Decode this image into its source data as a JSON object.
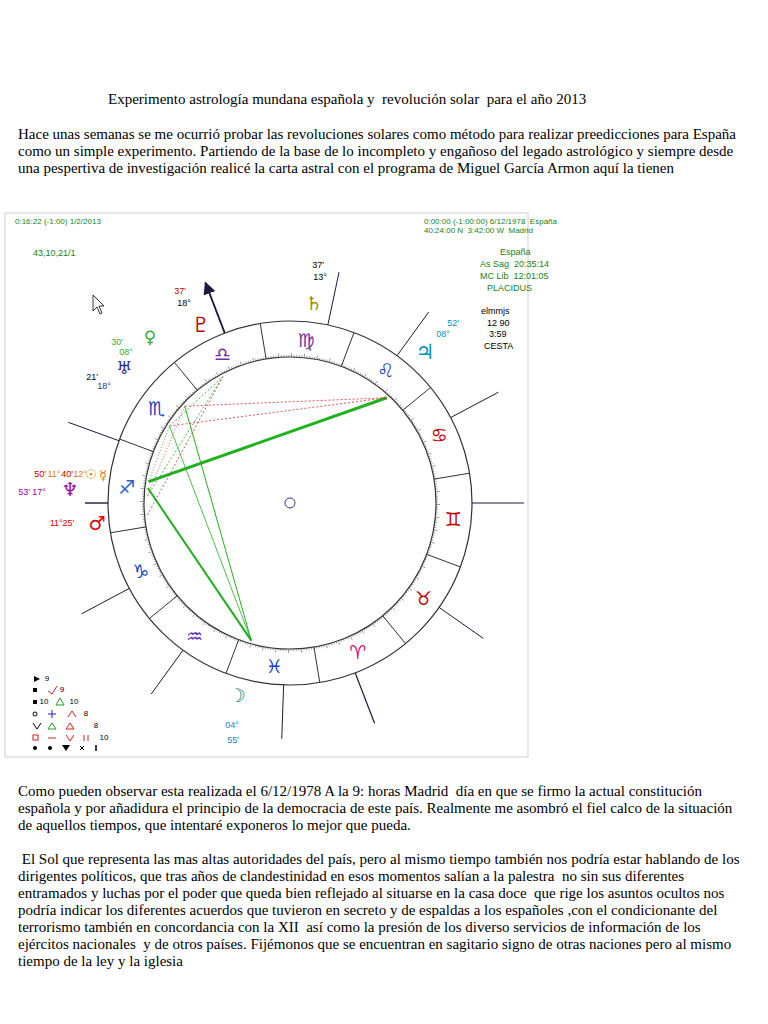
{
  "diagram": {
    "title": "Experimento astrología mundana española y  revolución solar  para el año 2013",
    "labels": [
      "Hace unas semanas se me ocurrió probar las revoluciones solares como método para realizar preedicciones para España como un simple experimento. Partiendo de la base de lo incompleto y engañoso del legado astrológico y siempre desde una pespertiva de investigación realicé la carta astral con el programa de Miguel García Armon aquí la tienen",
      "Como pueden observar esta realizada el 6/12/1978 A la 9: horas Madrid  día en que se firmo la actual constitución española y por añadidura el principio de la democracia de este país. Realmente me asombró el fiel calco de la situación de aquellos tiempos, que intentaré exponeros lo mejor que pueda.",
      " El Sol que representa las mas altas autoridades del país, pero al mismo tiempo también nos podría estar hablando de los dirigentes políticos, que tras años de clandestinidad en esos momentos salían a la palestra  no sin sus diferentes entramados y luchas por el poder que queda bien reflejado al situarse en la casa doce  que rige los asuntos ocultos nos podría indicar los diferentes acuerdos que tuvieron en secreto y de espaldas a los españoles ,con el condicionante del terrorismo también en concordancia con la XII  así como la presión de los diverso servicios de información de los ejércitos nacionales  y de otros países. Fijémonos que se encuentran en sagitario signo de otras naciones pero al mismo tiempo de la ley y la iglesia",
      "0:16:22 (-1:00) 1/2/2013",
      "0:00:00 (-1:00:00) 6/12/1978  España",
      "40:24:00 N  3:42:00 W  Madrid",
      "43,10,21/1",
      "España",
      "As Sag  20:35:14",
      "MC Lib  12:01:05",
      "PLACIDUS",
      "elmmjs",
      "12 90",
      "3:59",
      "CESTA",
      "♄",
      "37'",
      "13°",
      "♇",
      "37'",
      "18°",
      "♃",
      "52'",
      "08°",
      "♀",
      "30'",
      "08°",
      "♅",
      "21'",
      "18°",
      "50'",
      "11°",
      "40'",
      "12°",
      "☉",
      "☿",
      "♆",
      "53'",
      "17°",
      "♂",
      "11°25'",
      "☽",
      "04°",
      "55'",
      "♈",
      "♉",
      "♊",
      "♋",
      "♌",
      "♍",
      "♎",
      "♏",
      "♐",
      "♑",
      "♒",
      "♓",
      "9",
      "9",
      "10",
      "10",
      "8",
      "8",
      "10"
    ]
  }
}
